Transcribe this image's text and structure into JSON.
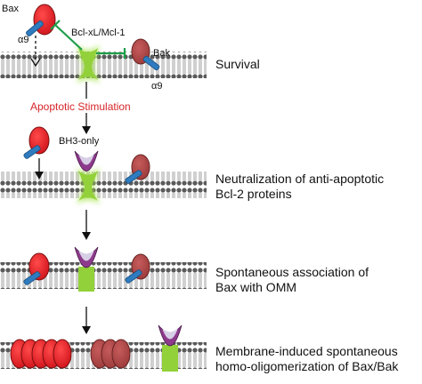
{
  "labels": {
    "bax": "Bax",
    "alpha9_left": "α9",
    "bclxl_mcl1": "Bcl-xL/Mcl-1",
    "bak": "Bak",
    "alpha9_right": "α9",
    "apoptotic_stimulation": "Apoptotic  Stimulation",
    "bh3_only": "BH3-only"
  },
  "stages": [
    {
      "line1": "Survival",
      "line2": ""
    },
    {
      "line1": "Neutralization of anti-apoptotic",
      "line2": "Bcl-2 proteins"
    },
    {
      "line1": "Spontaneous association of",
      "line2": "Bax with OMM"
    },
    {
      "line1": "Membrane-induced spontaneous",
      "line2": "homo-oligomerization of Bax/Bak"
    }
  ],
  "colors": {
    "bax": "#e0202a",
    "bak": "#b34a4a",
    "anchor": "#2e7bbf",
    "bcl_green_glow": "#a6e44a",
    "bcl_green": "#93d13a",
    "bh3_purple": "#8d3a8c",
    "bh3_light": "#d7cfe6",
    "inhibition": "#1e9e4a",
    "stimulation_text": "#d7262a",
    "membrane": "#555555"
  }
}
